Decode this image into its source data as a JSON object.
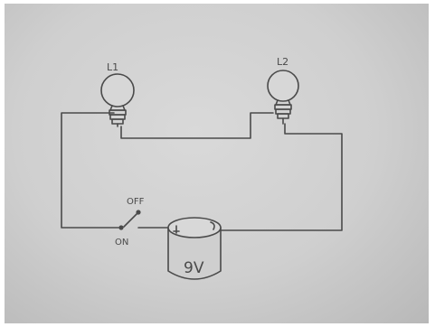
{
  "labels": {
    "bulb1": "L1",
    "bulb2": "L2",
    "switch_off": "OFF",
    "switch_on": "ON",
    "battery": "9V"
  },
  "colors": {
    "paper": "#d3d3d3",
    "ink": "#4a4a4a",
    "background": "#ffffff"
  }
}
